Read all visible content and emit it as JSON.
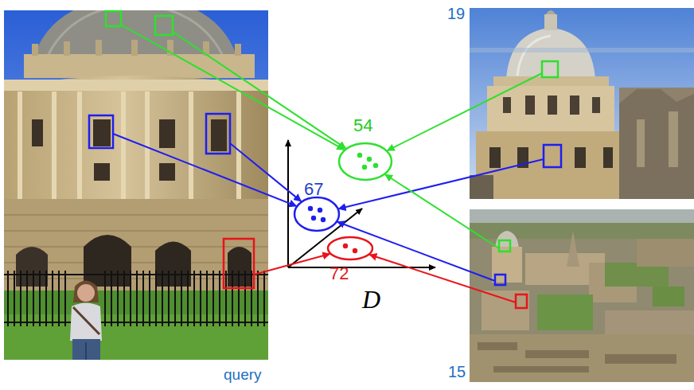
{
  "diagram": {
    "nodes": [
      {
        "text": [
          "query"
        ]
      },
      {
        "text": [
          "54"
        ]
      },
      {
        "text": [
          "67"
        ]
      },
      {
        "text": [
          "72"
        ]
      },
      {
        "text": [
          "19"
        ]
      },
      {
        "text": [
          "15"
        ]
      }
    ],
    "edges": [
      {
        "from": 0,
        "to": 1,
        "arrow": "to"
      },
      {
        "from": 0,
        "to": 1,
        "arrow": "to"
      },
      {
        "from": 0,
        "to": 2,
        "arrow": "to"
      },
      {
        "from": 0,
        "to": 2,
        "arrow": "to"
      },
      {
        "from": 0,
        "to": 3,
        "arrow": "to"
      },
      {
        "from": 4,
        "to": 1,
        "arrow": "to"
      },
      {
        "from": 4,
        "to": 2,
        "arrow": "to"
      },
      {
        "from": 5,
        "to": 1,
        "arrow": "to"
      },
      {
        "from": 5,
        "to": 2,
        "arrow": "to"
      },
      {
        "from": 5,
        "to": 3,
        "arrow": "to"
      }
    ],
    "labels": [
      "D"
    ]
  }
}
